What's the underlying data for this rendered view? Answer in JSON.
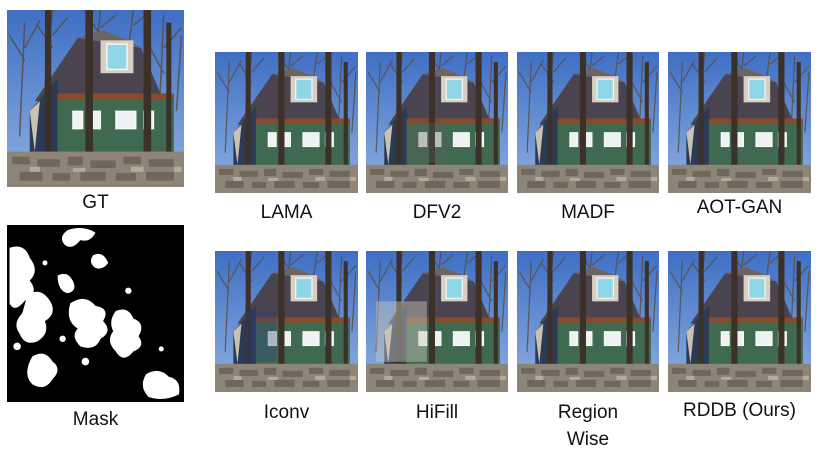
{
  "figure": {
    "gt_label": "GT",
    "mask_label": "Mask",
    "top_row": [
      "LAMA",
      "DFV2",
      "MADF",
      "AOT-GAN"
    ],
    "bottom_row": [
      "Iconv",
      "HiFill",
      "Region",
      "RDDB (Ours)"
    ],
    "bottom_row_line2": [
      "",
      "",
      "Wise",
      ""
    ]
  },
  "image_content": {
    "panel_kind": "photo of a house with trees, stone wall and blue sky",
    "mask_kind": "binary mask, white irregular holes on black"
  },
  "colors": {
    "sky": "#4a78c8",
    "siding": "#3f6a50",
    "trim": "#8a4a2a",
    "stone": "#8d8578",
    "tree": "#3b3128",
    "window": "#8fd7e6",
    "mask_bg": "#000000",
    "mask_hole": "#ffffff"
  }
}
